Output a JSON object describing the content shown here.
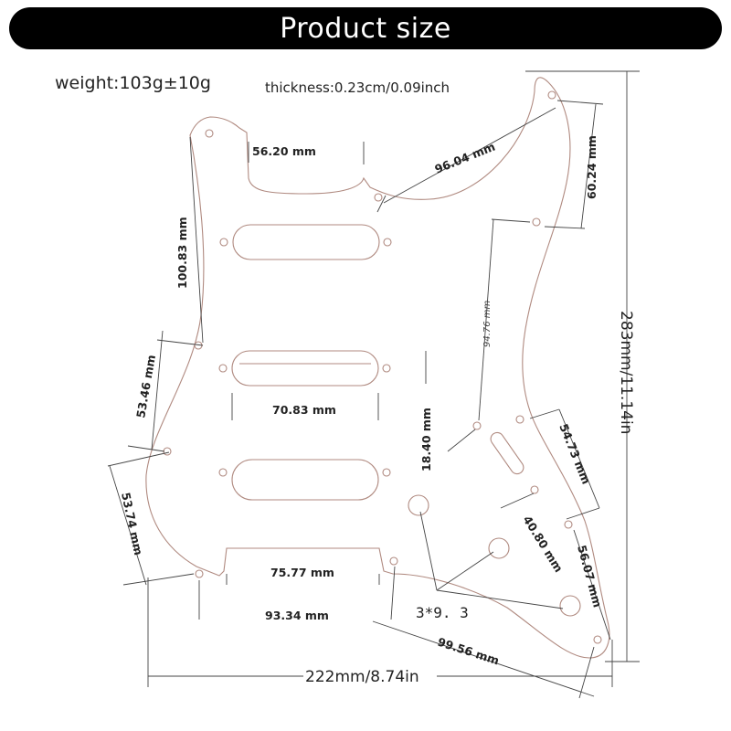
{
  "banner": {
    "title": "Product size"
  },
  "specs": {
    "weight": "weight:103g±10g",
    "thickness": "thickness:0.23cm/0.09inch"
  },
  "dimensions": {
    "top_pickup_gap": "56.20 mm",
    "horn_diagonal": "96.04 mm",
    "horn_vertical": "60.24 mm",
    "left_upper": "100.83 mm",
    "right_middle": "94.76 mm",
    "left_middle": "53.46 mm",
    "pickup_width": "70.83 mm",
    "pickup_spacing": "18.40 mm",
    "right_lower": "54.73 mm",
    "left_lower": "53.74 mm",
    "switch_slot": "40.80 mm",
    "right_bottom": "56.07 mm",
    "bottom_inner": "75.77 mm",
    "bottom_outer": "93.34 mm",
    "bottom_diagonal": "99.56 mm",
    "hole_spec": "3*9. 3",
    "total_height": "283mm/11.14in",
    "total_width": "222mm/8.74in"
  },
  "colors": {
    "outline": "#b08a80",
    "banner": "#000000",
    "text": "#222222"
  }
}
